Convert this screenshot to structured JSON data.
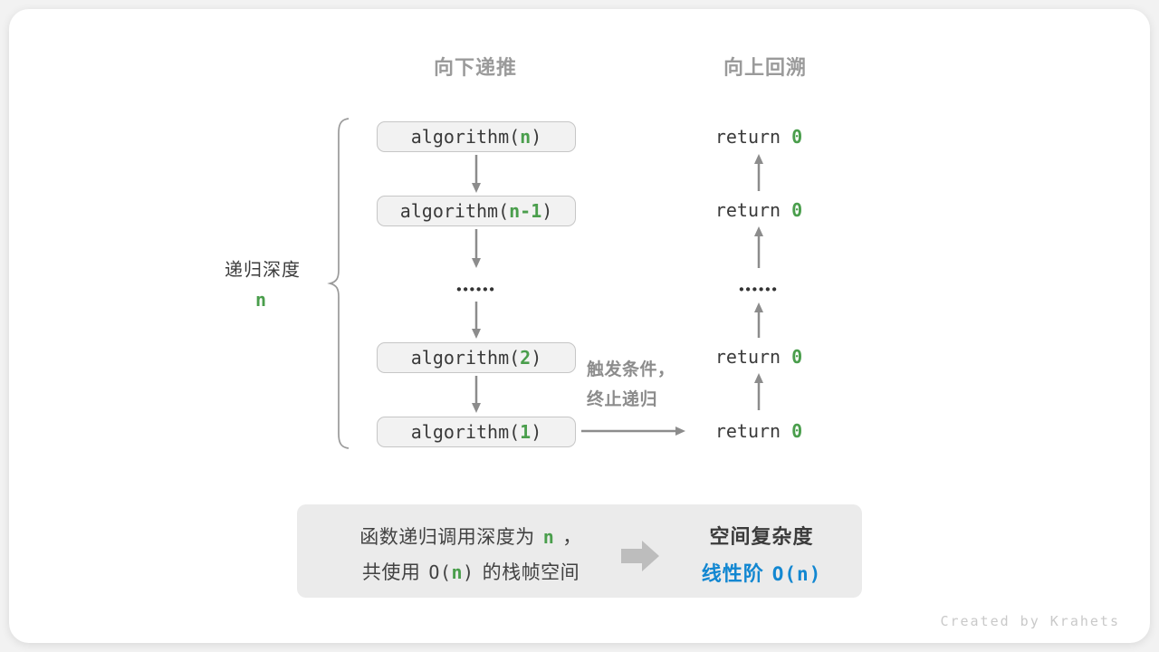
{
  "colors": {
    "accent_green": "#4a9e4c",
    "accent_blue": "#1287d1",
    "arrow_gray": "#8c8c8c",
    "box_bg": "#f2f2f2",
    "panel_bg": "#ebebeb"
  },
  "headers": {
    "down": "向下递推",
    "up": "向上回溯"
  },
  "depth": {
    "label": "递归深度",
    "value": "n"
  },
  "calls": [
    {
      "prefix": "algorithm(",
      "arg": "n",
      "suffix": ")"
    },
    {
      "prefix": "algorithm(",
      "arg": "n-1",
      "suffix": ")"
    },
    {
      "prefix": "algorithm(",
      "arg": "2",
      "suffix": ")"
    },
    {
      "prefix": "algorithm(",
      "arg": "1",
      "suffix": ")"
    }
  ],
  "ellipsis": "••••••",
  "returns": [
    {
      "keyword": "return",
      "value": "0"
    },
    {
      "keyword": "return",
      "value": "0"
    },
    {
      "keyword": "return",
      "value": "0"
    },
    {
      "keyword": "return",
      "value": "0"
    }
  ],
  "trigger": {
    "line1": "触发条件，",
    "line2": "终止递归"
  },
  "summary": {
    "line1_text": "函数递归调用深度为",
    "line1_var": "n",
    "line1_punct": "，",
    "line2_text": "共使用",
    "line2_open": "O(",
    "line2_var": "n",
    "line2_close": ")",
    "line2_rest": "的栈帧空间",
    "result_title": "空间复杂度",
    "result_label": "线性阶",
    "result_formula": "O(n)"
  },
  "watermark": "Created by Krahets"
}
